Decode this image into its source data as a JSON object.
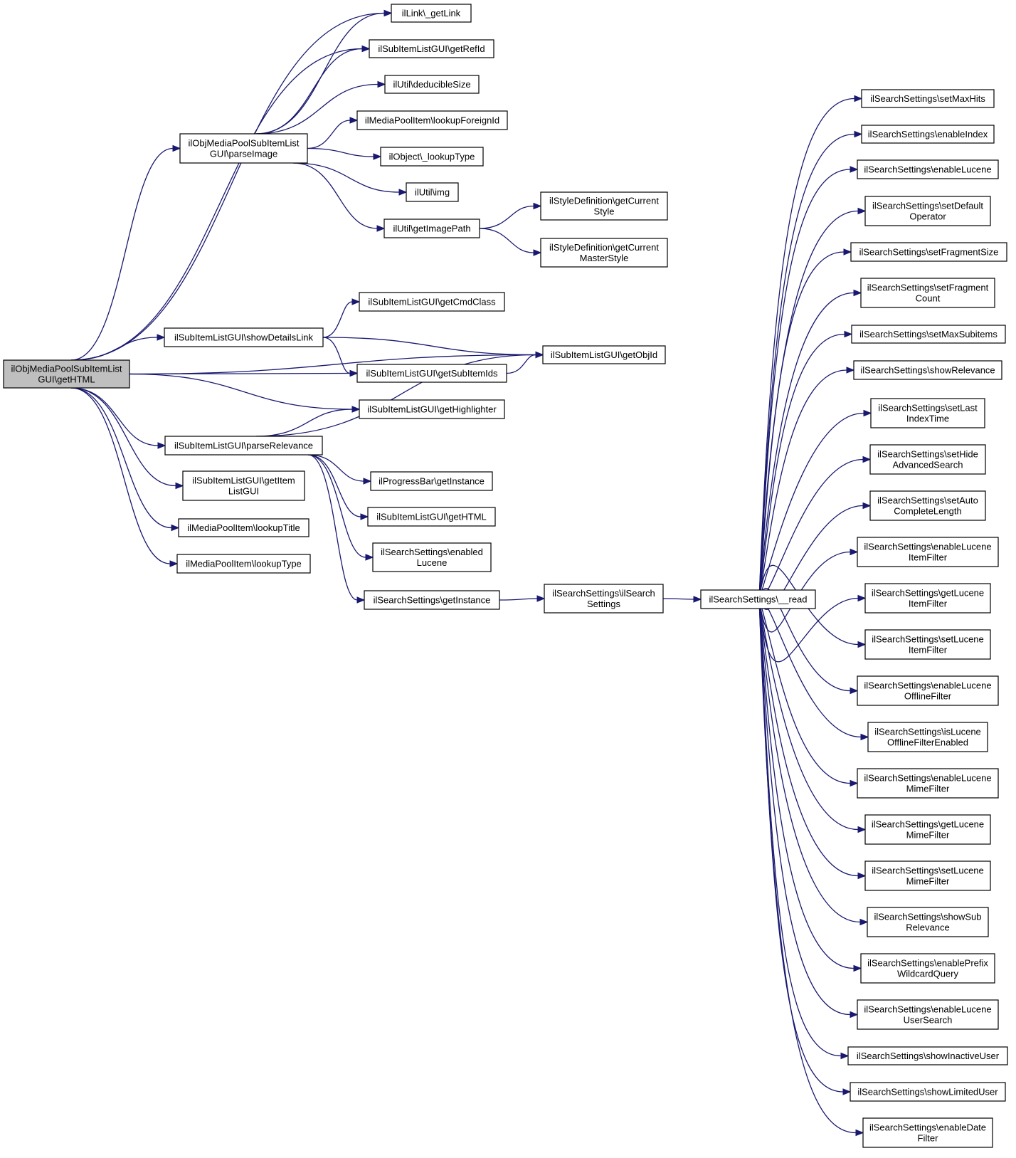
{
  "diagram": {
    "type": "call-graph",
    "colors": {
      "edge": "#191970",
      "node_border": "#000000",
      "root_fill": "#bfbfbf",
      "node_fill": "#ffffff"
    },
    "nodes": [
      {
        "id": "root",
        "label": [
          "ilObjMediaPoolSubItemList",
          "GUI\\getHTML"
        ]
      },
      {
        "id": "getLink",
        "label": [
          "ilLink\\_getLink"
        ]
      },
      {
        "id": "getRefId",
        "label": [
          "ilSubItemListGUI\\getRefId"
        ]
      },
      {
        "id": "deducibleSize",
        "label": [
          "ilUtil\\deducibleSize"
        ]
      },
      {
        "id": "lookupForeignId",
        "label": [
          "ilMediaPoolItem\\lookupForeignId"
        ]
      },
      {
        "id": "parseImage",
        "label": [
          "ilObjMediaPoolSubItemList",
          "GUI\\parseImage"
        ]
      },
      {
        "id": "lookupTypeObj",
        "label": [
          "ilObject\\_lookupType"
        ]
      },
      {
        "id": "img",
        "label": [
          "ilUtil\\img"
        ]
      },
      {
        "id": "getImagePath",
        "label": [
          "ilUtil\\getImagePath"
        ]
      },
      {
        "id": "getCurrentStyle",
        "label": [
          "ilStyleDefinition\\getCurrent",
          "Style"
        ]
      },
      {
        "id": "getCurrentMasterStyle",
        "label": [
          "ilStyleDefinition\\getCurrent",
          "MasterStyle"
        ]
      },
      {
        "id": "getCmdClass",
        "label": [
          "ilSubItemListGUI\\getCmdClass"
        ]
      },
      {
        "id": "showDetailsLink",
        "label": [
          "ilSubItemListGUI\\showDetailsLink"
        ]
      },
      {
        "id": "getObjId",
        "label": [
          "ilSubItemListGUI\\getObjId"
        ]
      },
      {
        "id": "getSubItemIds",
        "label": [
          "ilSubItemListGUI\\getSubItemIds"
        ]
      },
      {
        "id": "getHighlighter",
        "label": [
          "ilSubItemListGUI\\getHighlighter"
        ]
      },
      {
        "id": "parseRelevance",
        "label": [
          "ilSubItemListGUI\\parseRelevance"
        ]
      },
      {
        "id": "getItemListGUI",
        "label": [
          "ilSubItemListGUI\\getItem",
          "ListGUI"
        ]
      },
      {
        "id": "lookupTitle",
        "label": [
          "ilMediaPoolItem\\lookupTitle"
        ]
      },
      {
        "id": "lookupTypeMP",
        "label": [
          "ilMediaPoolItem\\lookupType"
        ]
      },
      {
        "id": "progressGetInstance",
        "label": [
          "ilProgressBar\\getInstance"
        ]
      },
      {
        "id": "subGetHTML",
        "label": [
          "ilSubItemListGUI\\getHTML"
        ]
      },
      {
        "id": "enabledLucene",
        "label": [
          "ilSearchSettings\\enabled",
          "Lucene"
        ]
      },
      {
        "id": "ssGetInstance",
        "label": [
          "ilSearchSettings\\getInstance"
        ]
      },
      {
        "id": "ilSearchSettingsCtor",
        "label": [
          "ilSearchSettings\\ilSearch",
          "Settings"
        ]
      },
      {
        "id": "read",
        "label": [
          "ilSearchSettings\\__read"
        ]
      },
      {
        "id": "r1",
        "label": [
          "ilSearchSettings\\setMaxHits"
        ]
      },
      {
        "id": "r2",
        "label": [
          "ilSearchSettings\\enableIndex"
        ]
      },
      {
        "id": "r3",
        "label": [
          "ilSearchSettings\\enableLucene"
        ]
      },
      {
        "id": "r4",
        "label": [
          "ilSearchSettings\\setDefault",
          "Operator"
        ]
      },
      {
        "id": "r5",
        "label": [
          "ilSearchSettings\\setFragmentSize"
        ]
      },
      {
        "id": "r6",
        "label": [
          "ilSearchSettings\\setFragment",
          "Count"
        ]
      },
      {
        "id": "r7",
        "label": [
          "ilSearchSettings\\setMaxSubitems"
        ]
      },
      {
        "id": "r8",
        "label": [
          "ilSearchSettings\\showRelevance"
        ]
      },
      {
        "id": "r9",
        "label": [
          "ilSearchSettings\\setLast",
          "IndexTime"
        ]
      },
      {
        "id": "r10",
        "label": [
          "ilSearchSettings\\setHide",
          "AdvancedSearch"
        ]
      },
      {
        "id": "r11",
        "label": [
          "ilSearchSettings\\setAuto",
          "CompleteLength"
        ]
      },
      {
        "id": "r12",
        "label": [
          "ilSearchSettings\\enableLucene",
          "ItemFilter"
        ]
      },
      {
        "id": "r13",
        "label": [
          "ilSearchSettings\\getLucene",
          "ItemFilter"
        ]
      },
      {
        "id": "r14",
        "label": [
          "ilSearchSettings\\setLucene",
          "ItemFilter"
        ]
      },
      {
        "id": "r15",
        "label": [
          "ilSearchSettings\\enableLucene",
          "OfflineFilter"
        ]
      },
      {
        "id": "r16",
        "label": [
          "ilSearchSettings\\isLucene",
          "OfflineFilterEnabled"
        ]
      },
      {
        "id": "r17",
        "label": [
          "ilSearchSettings\\enableLucene",
          "MimeFilter"
        ]
      },
      {
        "id": "r18",
        "label": [
          "ilSearchSettings\\getLucene",
          "MimeFilter"
        ]
      },
      {
        "id": "r19",
        "label": [
          "ilSearchSettings\\setLucene",
          "MimeFilter"
        ]
      },
      {
        "id": "r20",
        "label": [
          "ilSearchSettings\\showSub",
          "Relevance"
        ]
      },
      {
        "id": "r21",
        "label": [
          "ilSearchSettings\\enablePrefix",
          "WildcardQuery"
        ]
      },
      {
        "id": "r22",
        "label": [
          "ilSearchSettings\\enableLucene",
          "UserSearch"
        ]
      },
      {
        "id": "r23",
        "label": [
          "ilSearchSettings\\showInactiveUser"
        ]
      },
      {
        "id": "r24",
        "label": [
          "ilSearchSettings\\showLimitedUser"
        ]
      },
      {
        "id": "r25",
        "label": [
          "ilSearchSettings\\enableDate",
          "Filter"
        ]
      }
    ],
    "edges": [
      [
        "root",
        "getLink"
      ],
      [
        "root",
        "getRefId"
      ],
      [
        "root",
        "parseImage"
      ],
      [
        "root",
        "getObjId"
      ],
      [
        "root",
        "showDetailsLink"
      ],
      [
        "root",
        "getSubItemIds"
      ],
      [
        "root",
        "getHighlighter"
      ],
      [
        "root",
        "parseRelevance"
      ],
      [
        "root",
        "getItemListGUI"
      ],
      [
        "root",
        "lookupTitle"
      ],
      [
        "root",
        "lookupTypeMP"
      ],
      [
        "parseImage",
        "getLink"
      ],
      [
        "parseImage",
        "getRefId"
      ],
      [
        "parseImage",
        "deducibleSize"
      ],
      [
        "parseImage",
        "lookupForeignId"
      ],
      [
        "parseImage",
        "lookupTypeObj"
      ],
      [
        "parseImage",
        "img"
      ],
      [
        "parseImage",
        "getImagePath"
      ],
      [
        "getImagePath",
        "getCurrentStyle"
      ],
      [
        "getImagePath",
        "getCurrentMasterStyle"
      ],
      [
        "showDetailsLink",
        "getCmdClass"
      ],
      [
        "showDetailsLink",
        "getObjId"
      ],
      [
        "showDetailsLink",
        "getSubItemIds"
      ],
      [
        "getSubItemIds",
        "getObjId"
      ],
      [
        "parseRelevance",
        "getObjId"
      ],
      [
        "parseRelevance",
        "getHighlighter"
      ],
      [
        "parseRelevance",
        "progressGetInstance"
      ],
      [
        "parseRelevance",
        "subGetHTML"
      ],
      [
        "parseRelevance",
        "enabledLucene"
      ],
      [
        "parseRelevance",
        "ssGetInstance"
      ],
      [
        "ssGetInstance",
        "ilSearchSettingsCtor"
      ],
      [
        "ilSearchSettingsCtor",
        "read"
      ],
      [
        "read",
        "r1"
      ],
      [
        "read",
        "r2"
      ],
      [
        "read",
        "r3"
      ],
      [
        "read",
        "r4"
      ],
      [
        "read",
        "r5"
      ],
      [
        "read",
        "r6"
      ],
      [
        "read",
        "r7"
      ],
      [
        "read",
        "r8"
      ],
      [
        "read",
        "r9"
      ],
      [
        "read",
        "r10"
      ],
      [
        "read",
        "r11"
      ],
      [
        "read",
        "r12"
      ],
      [
        "read",
        "r13"
      ],
      [
        "read",
        "r14"
      ],
      [
        "read",
        "r15"
      ],
      [
        "read",
        "r16"
      ],
      [
        "read",
        "r17"
      ],
      [
        "read",
        "r18"
      ],
      [
        "read",
        "r19"
      ],
      [
        "read",
        "r20"
      ],
      [
        "read",
        "r21"
      ],
      [
        "read",
        "r22"
      ],
      [
        "read",
        "r23"
      ],
      [
        "read",
        "r24"
      ],
      [
        "read",
        "r25"
      ]
    ]
  }
}
